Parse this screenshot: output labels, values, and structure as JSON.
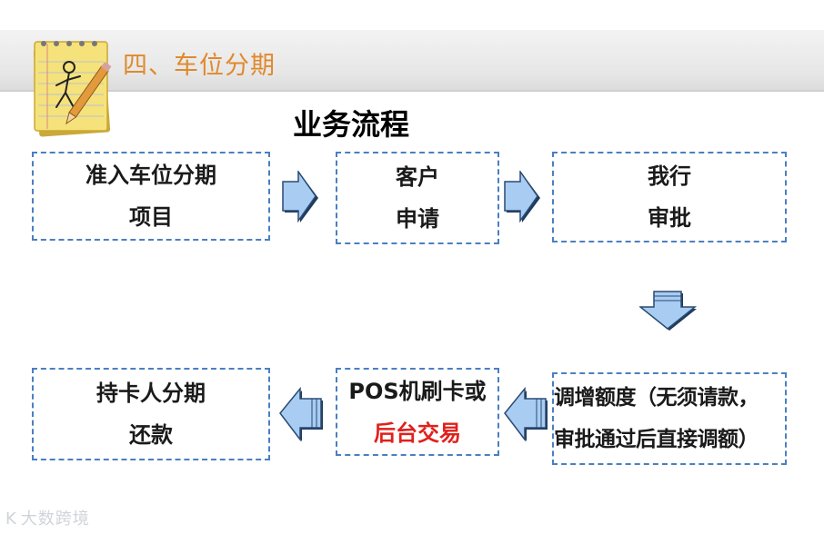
{
  "header": {
    "section_title": "四、车位分期"
  },
  "main_title": "业务流程",
  "flow": {
    "step1": {
      "line1": "准入车位分期",
      "line2": "项目"
    },
    "step2": {
      "line1": "客户",
      "line2": "申请"
    },
    "step3": {
      "line1": "我行",
      "line2": "审批"
    },
    "step4": {
      "line1": "调增额度（无须请款，",
      "line2": "审批通过后直接调额）"
    },
    "step5": {
      "line1": "POS机刷卡或",
      "line2": "后台交易",
      "line2_color": "#e0201c"
    },
    "step6": {
      "line1": "持卡人分期",
      "line2": "还款"
    }
  },
  "colors": {
    "accent": "#e0892c",
    "box_border": "#4a7fc1",
    "arrow_fill": "#a9cdf2"
  },
  "icons": [
    "notepad-pencil-icon",
    "arrow-right-icon",
    "arrow-down-icon",
    "arrow-left-icon"
  ],
  "watermark": {
    "text": "大数跨境",
    "logo": "K"
  }
}
